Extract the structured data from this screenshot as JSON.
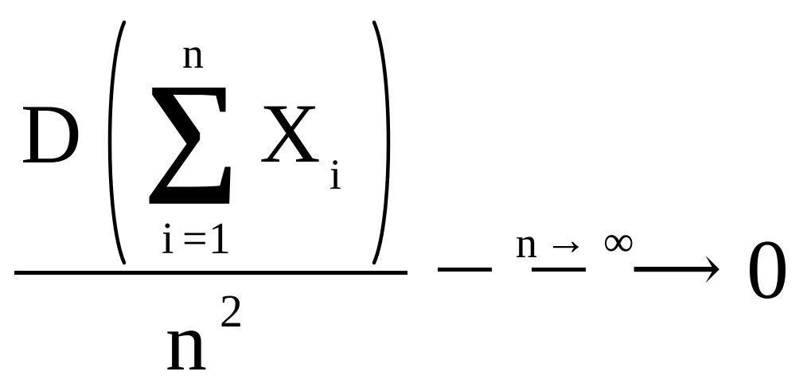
{
  "formula": {
    "numerator": {
      "operator": "D",
      "sum_symbol": "∑",
      "sum_upper_limit": "n",
      "sum_lower_index": "i",
      "sum_lower_equals": "=",
      "sum_lower_value": "1",
      "summand_variable": "X",
      "summand_subscript": "i"
    },
    "denominator": {
      "base": "n",
      "exponent": "2"
    },
    "limit_condition": {
      "variable": "n",
      "arrow": "→",
      "target": "∞"
    },
    "limit_arrow": "⟶",
    "result": "0"
  }
}
